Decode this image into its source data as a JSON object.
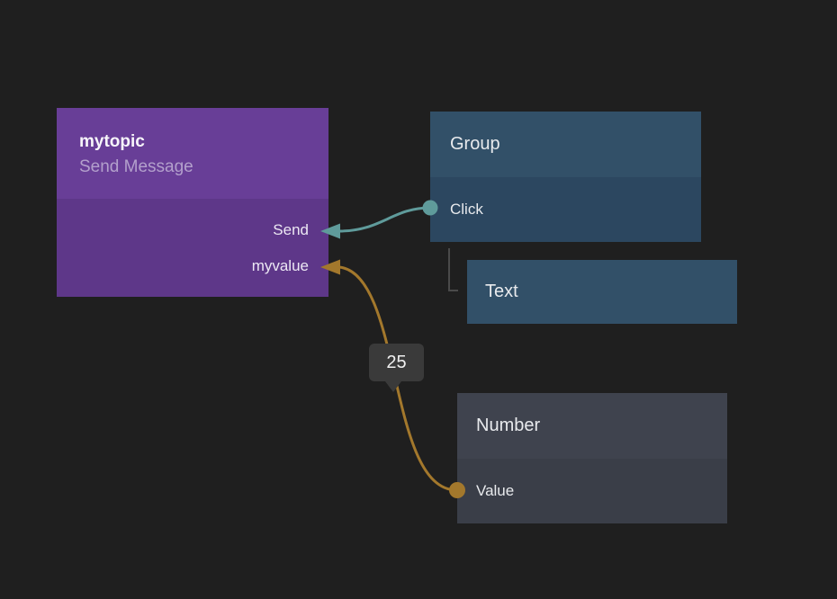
{
  "canvas": {
    "background": "#1f1f1f"
  },
  "nodes": {
    "topic": {
      "title": "mytopic",
      "subtitle": "Send Message",
      "header_color": "#683e97",
      "body_color": "#5e3789",
      "inputs": [
        {
          "label": "Send"
        },
        {
          "label": "myvalue"
        }
      ]
    },
    "group": {
      "title": "Group",
      "header_color": "#325068",
      "body_color": "#2c4760",
      "outputs": [
        {
          "label": "Click"
        }
      ]
    },
    "text": {
      "title": "Text",
      "header_color": "#325068"
    },
    "number": {
      "title": "Number",
      "header_color": "#3f434e",
      "body_color": "#3a3e48",
      "outputs": [
        {
          "label": "Value"
        }
      ]
    }
  },
  "connections": {
    "signal": {
      "from": "Group.Click",
      "to": "mytopic.Send",
      "color": "#5f9b9b"
    },
    "data": {
      "from": "Number.Value",
      "to": "mytopic.myvalue",
      "color": "#a3782c",
      "value": "25"
    }
  },
  "hierarchy_line_color": "#4a4a4a"
}
